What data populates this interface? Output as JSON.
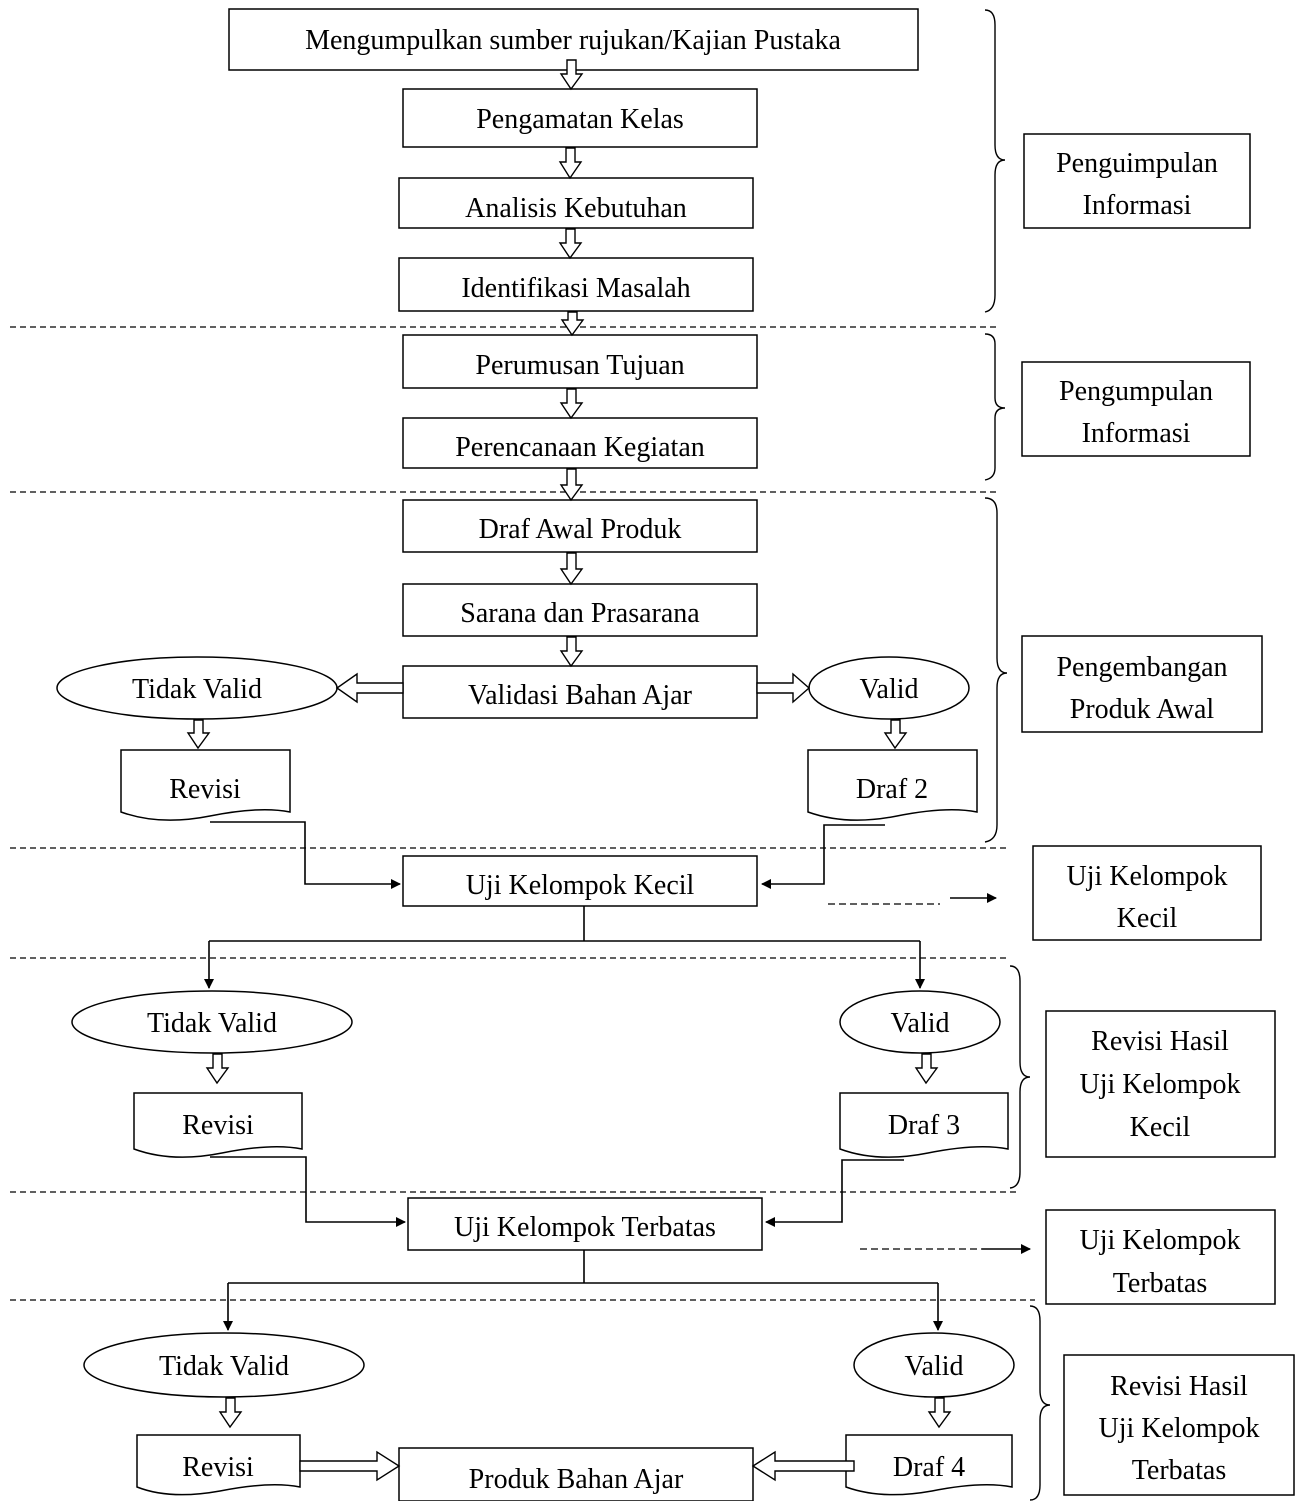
{
  "steps": {
    "s1": "Mengumpulkan sumber rujukan/Kajian Pustaka",
    "s2": "Pengamatan Kelas",
    "s3": "Analisis Kebutuhan",
    "s4": "Identifikasi Masalah",
    "s5": "Perumusan Tujuan",
    "s6": "Perencanaan Kegiatan",
    "s7": "Draf Awal Produk",
    "s8": "Sarana dan Prasarana",
    "s9": "Validasi Bahan Ajar",
    "s10": "Uji Kelompok Kecil",
    "s11": "Uji Kelompok Terbatas",
    "s12": "Produk Bahan Ajar"
  },
  "outcomes": {
    "tidak_valid": "Tidak Valid",
    "valid": "Valid",
    "revisi": "Revisi",
    "draf2": "Draf 2",
    "draf3": "Draf 3",
    "draf4": "Draf 4"
  },
  "phases": {
    "p1": [
      "Penguimpulan",
      "Informasi"
    ],
    "p2": [
      "Pengumpulan",
      "Informasi"
    ],
    "p3": [
      "Pengembangan",
      "Produk Awal"
    ],
    "p4": [
      "Uji Kelompok",
      "Kecil"
    ],
    "p5": [
      "Revisi Hasil",
      "Uji Kelompok",
      "Kecil"
    ],
    "p6": [
      "Uji Kelompok",
      "Terbatas"
    ],
    "p7": [
      "Revisi Hasil",
      "Uji Kelompok",
      "Terbatas"
    ]
  }
}
